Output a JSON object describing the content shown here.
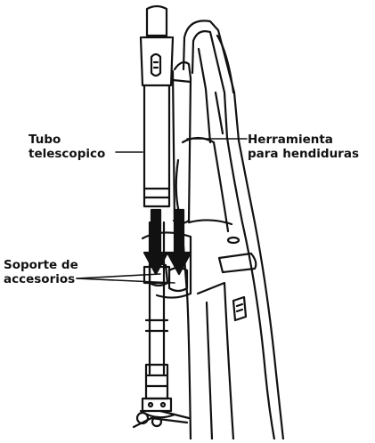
{
  "labels": {
    "tubo_line1": "Tubo",
    "tubo_line2": "telescopico",
    "herramienta_line1": "Herramienta",
    "herramienta_line2": "para hendiduras",
    "soporte_line1": "Soporte de",
    "soporte_line2": "accesorios"
  },
  "colors": {
    "ink": "#111111",
    "background": "#ffffff"
  }
}
